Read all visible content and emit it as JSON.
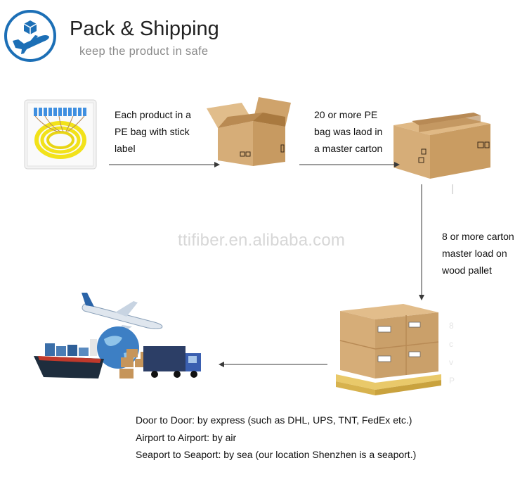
{
  "header": {
    "title": "Pack & Shipping",
    "subtitle": "keep the product in safe",
    "logo_icon": "box-airplane-logo-icon",
    "brand_color": "#1c6fb6"
  },
  "steps": {
    "step1_lines": [
      "Each product in a",
      "PE bag with stick",
      "label"
    ],
    "step2_lines": [
      "20 or more PE",
      "bag was laod in",
      "a master carton"
    ],
    "step3_lines": [
      "8 or more carton",
      "master load on",
      "wood pallet"
    ]
  },
  "watermark": "ttifiber.en.alibaba.com",
  "shipping_methods": [
    "Door to Door: by express (such as DHL, UPS, TNT, FedEx etc.)",
    "Airport to Airport: by air",
    "Seaport to Seaport: by sea (our location Shenzhen is a seaport.)"
  ],
  "images": {
    "pigtail_bag": "fiber-pigtails-in-pe-bag",
    "open_carton": "open-cardboard-box",
    "closed_carton": "sealed-master-carton",
    "pallet": "cartons-on-wood-pallet",
    "transport": "plane-ship-truck-globe-logistics"
  },
  "colors": {
    "cardboard": "#d6ad78",
    "cardboard_dark": "#b98a52",
    "fiber_yellow": "#f2e21a",
    "connector_blue": "#3f8fe0",
    "arrow": "#3a3a3a"
  }
}
